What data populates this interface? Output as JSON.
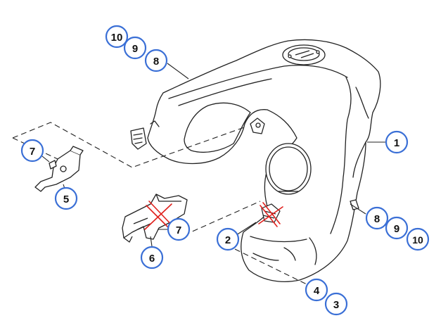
{
  "diagram": {
    "callouts": {
      "c10_top": "10",
      "c9_top": "9",
      "c8_top": "8",
      "c1": "1",
      "c7_left": "7",
      "c5": "5",
      "c7_mid": "7",
      "c6": "6",
      "c2": "2",
      "c8_right": "8",
      "c9_right": "9",
      "c10_right": "10",
      "c4": "4",
      "c3": "3"
    },
    "colors": {
      "callout_ring": "#3a6fd6",
      "callout_text": "#111111",
      "line_art": "#222222",
      "strike_mark": "#e0201c"
    },
    "icons": {
      "fuel_tank": "fuel-tank-illustration",
      "filler_cap": "filler-cap-icon",
      "bracket_small": "bracket-icon",
      "bracket_large": "bracket-icon",
      "strike_mark": "cross-out-icon"
    }
  }
}
